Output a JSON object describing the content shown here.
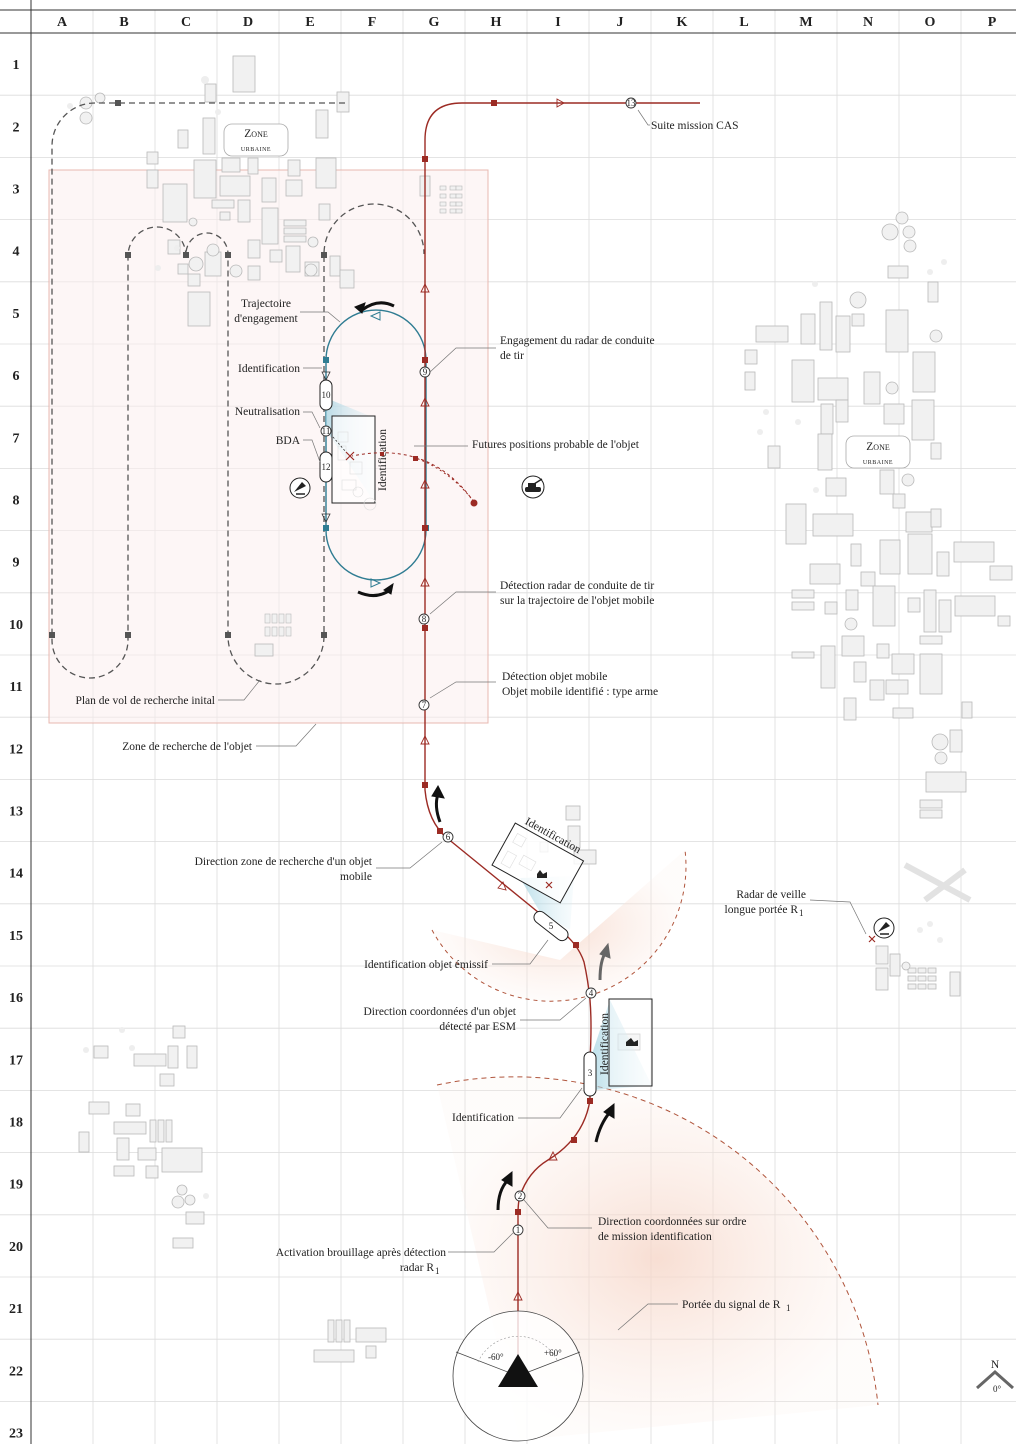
{
  "grid": {
    "columns": [
      "A",
      "B",
      "C",
      "D",
      "E",
      "F",
      "G",
      "H",
      "I",
      "J",
      "K",
      "L",
      "M",
      "N",
      "O",
      "P"
    ],
    "rows": [
      "1",
      "2",
      "3",
      "4",
      "5",
      "6",
      "7",
      "8",
      "9",
      "10",
      "11",
      "12",
      "13",
      "14",
      "15",
      "16",
      "17",
      "18",
      "19",
      "20",
      "21",
      "22",
      "23"
    ]
  },
  "zones": {
    "urban_west_line1": "Zone",
    "urban_west_line2": "urbaine",
    "urban_east_line1": "Zone",
    "urban_east_line2": "urbaine"
  },
  "annotations": {
    "suite_cas": "Suite mission CAS",
    "trajectoire_1": "Trajectoire",
    "trajectoire_2": "d'engagement",
    "identification_left": "Identification",
    "neutralisation": "Neutralisation",
    "bda": "BDA",
    "engagement_1": "Engagement du radar de conduite",
    "engagement_2": "de tir",
    "futures": "Futures positions probable de l'objet",
    "detection_radar_1": "Détection radar de conduite de tir",
    "detection_radar_2": "sur la trajectoire de l'objet mobile",
    "detection_objet_1": "Détection objet mobile",
    "detection_objet_2": "Objet mobile identifié : type arme",
    "plan_vol": "Plan de vol de recherche inital",
    "zone_recherche": "Zone de recherche de l'objet",
    "direction_zone_1": "Direction zone de recherche d'un objet",
    "direction_zone_2": "mobile",
    "radar_veille_1": "Radar de veille",
    "radar_veille_2": "longue portée R",
    "radar_veille_sub": "1",
    "identification_emissif": "Identification objet émissif",
    "direction_esm_1": "Direction coordonnées d'un objet",
    "direction_esm_2": "détecté par ESM",
    "identification_low": "Identification",
    "direction_ordre_1": "Direction coordonnées sur ordre",
    "direction_ordre_2": "de mission identification",
    "activation_1": "Activation brouillage après détection",
    "activation_2": "radar R",
    "activation_sub": "1",
    "portee": "Portée du signal de R",
    "portee_sub": "1"
  },
  "boxes": {
    "ident_box_top": "Identification",
    "ident_box_mid": "Identification",
    "ident_box_low": "Identification"
  },
  "steps": [
    "1",
    "2",
    "3",
    "4",
    "5",
    "6",
    "7",
    "8",
    "9",
    "10",
    "11",
    "12",
    "13"
  ],
  "gauge": {
    "left": "-60°",
    "right": "+60°"
  },
  "north": {
    "label": "N",
    "value": "0°"
  },
  "colors": {
    "route": "#9c2b24",
    "engagement": "#2f7c92",
    "search": "#555555",
    "zone": "#e8b8b0"
  }
}
